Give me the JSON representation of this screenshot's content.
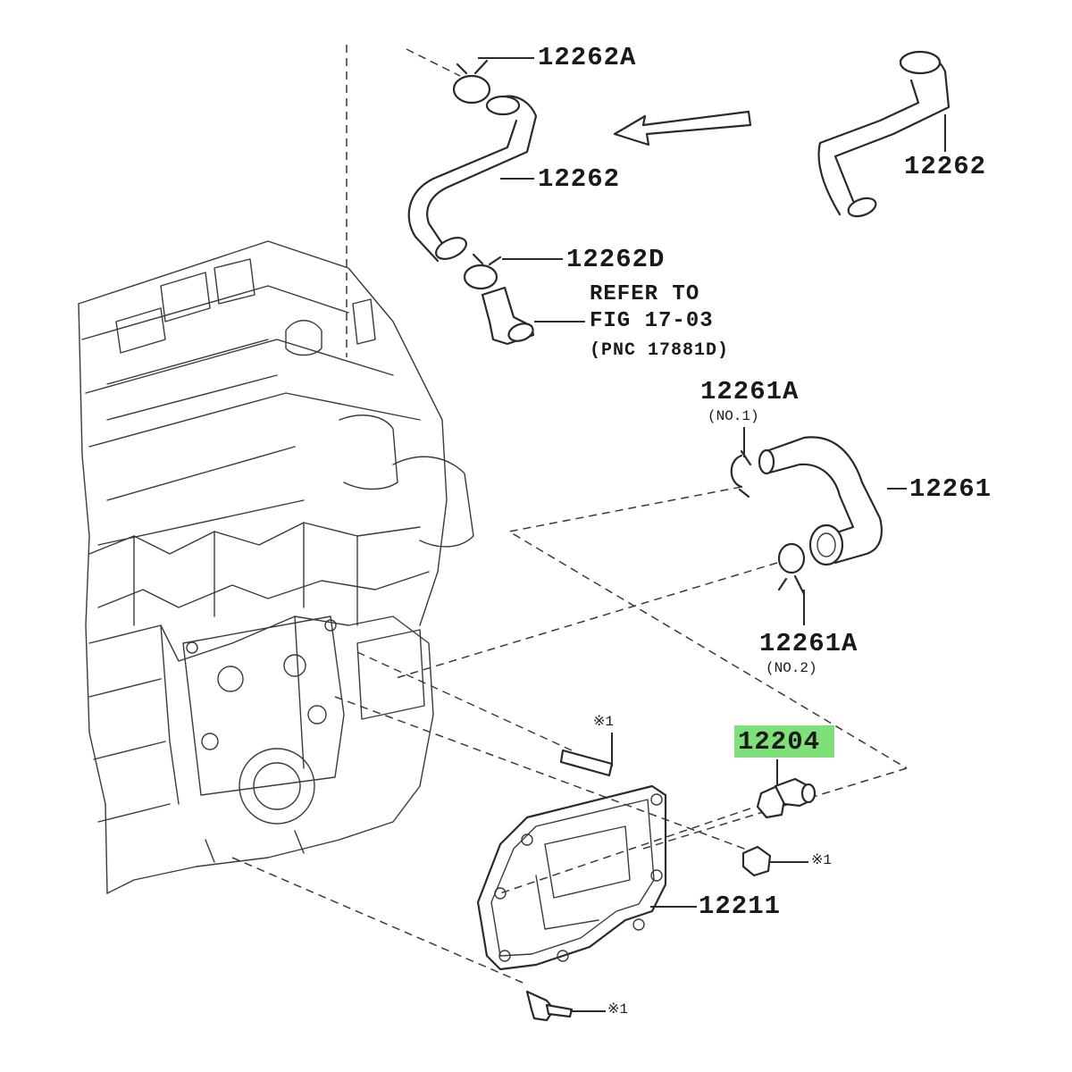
{
  "labels": {
    "p12262A": "12262A",
    "p12262_left": "12262",
    "p12262_right": "12262",
    "p12262D": "12262D",
    "refer_line1": "REFER TO",
    "refer_line2": "FIG 17-03",
    "refer_line3": "(PNC 17881D)",
    "p12261A_1": "12261A",
    "p12261A_1_sub": "(NO.1)",
    "p12261": "12261",
    "p12261A_2": "12261A",
    "p12261A_2_sub": "(NO.2)",
    "p12204": "12204",
    "p12211": "12211",
    "note_stud": "※1",
    "note_nut": "※1",
    "note_bolt": "※1"
  },
  "highlight": {
    "part": "12204",
    "color": "#7fe07a"
  }
}
